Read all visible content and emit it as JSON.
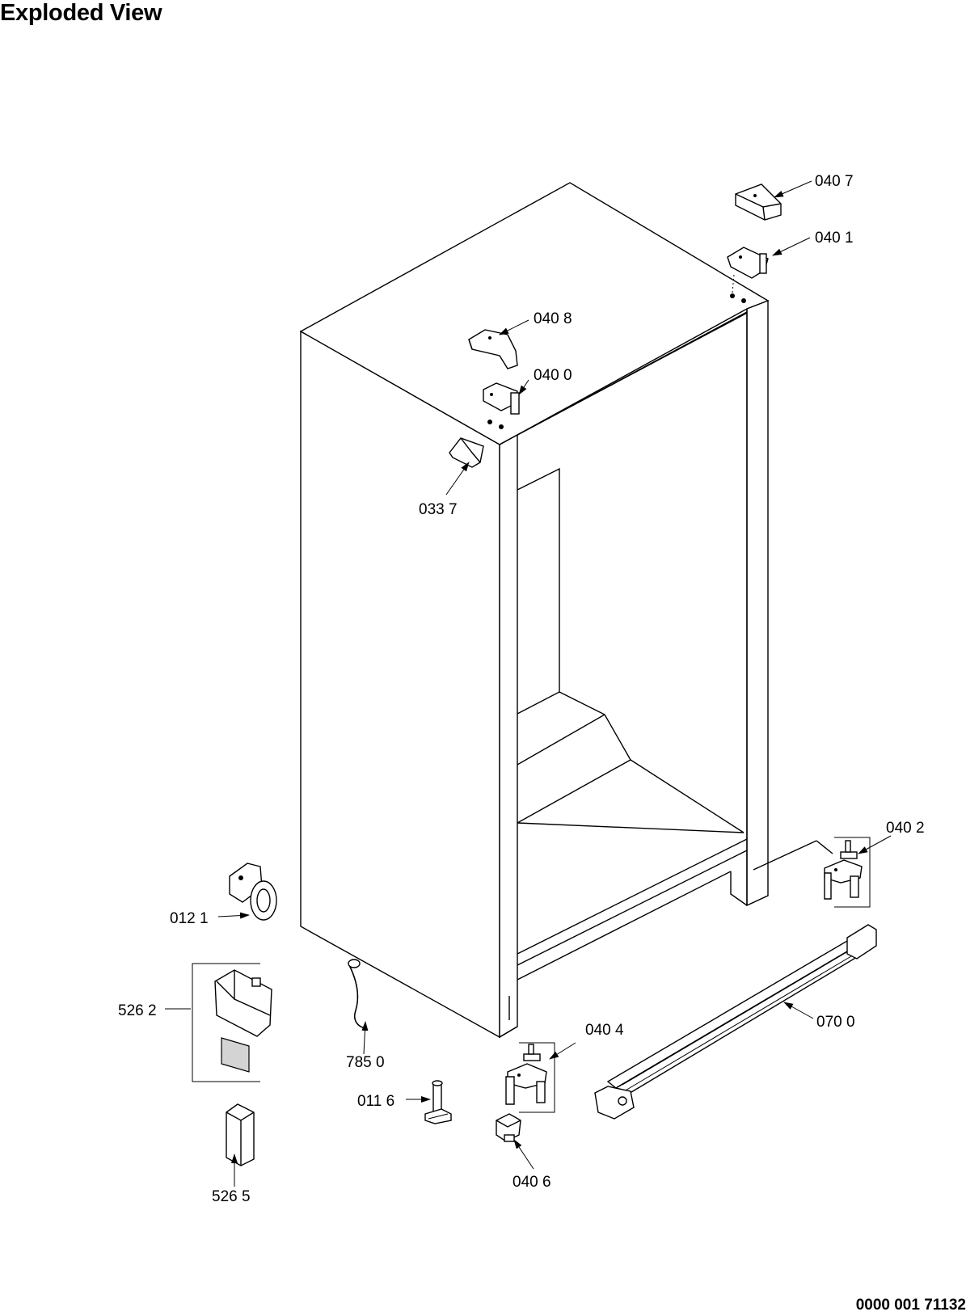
{
  "title": "Exploded View",
  "document_number": "0000 001 71132",
  "callouts": {
    "p0407": "040 7",
    "p0401": "040 1",
    "p0408": "040 8",
    "p0400": "040 0",
    "p0337": "033 7",
    "p0402": "040 2",
    "p0121": "012 1",
    "p5262": "526 2",
    "p7850": "785 0",
    "p0404": "040 4",
    "p0700": "070 0",
    "p0116": "011 6",
    "p0406": "040 6",
    "p5265": "526 5"
  }
}
